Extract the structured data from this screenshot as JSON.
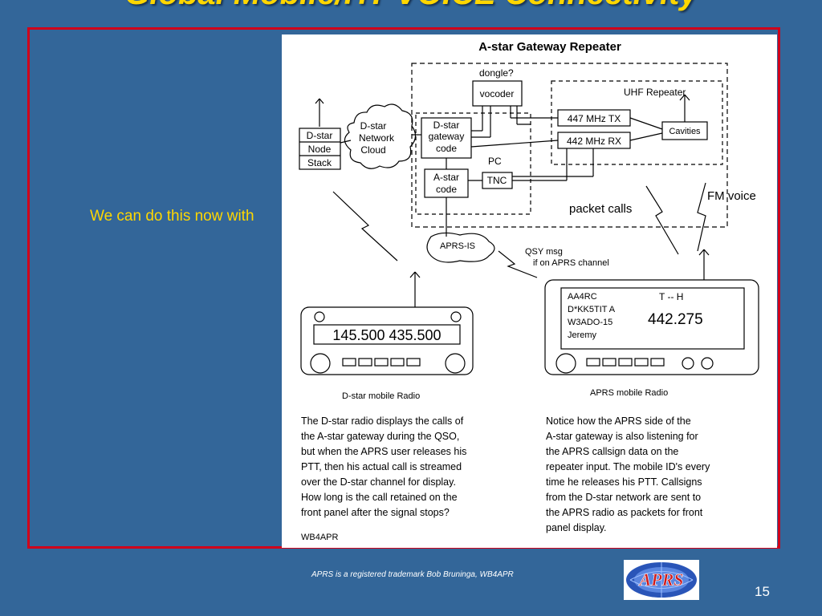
{
  "slide": {
    "title": "Global Mobile/HT VOICE Connectivity",
    "bullet": "We can do this now with",
    "footer": "APRS is a registered trademark Bob Bruninga, WB4APR",
    "page_number": "15",
    "logo_text": "APRS"
  },
  "diagram": {
    "title": "A-star Gateway Repeater",
    "labels": {
      "dongle": "dongle?",
      "vocoder": "vocoder",
      "uhf_repeater": "UHF  Repeater",
      "tx": "447 MHz TX",
      "rx": "442 MHz RX",
      "cavities": "Cavities",
      "pc": "PC",
      "tnc": "TNC",
      "packet_calls": "packet calls",
      "fm_voice": "FM voice",
      "aprs_is": "APRS-IS",
      "qsy_line1": "QSY msg",
      "qsy_line2": "if on APRS channel"
    },
    "dstar_stack": [
      "D-star",
      "Node",
      "Stack"
    ],
    "network_cloud": [
      "D-star",
      "Network",
      "Cloud"
    ],
    "gateway_code": [
      "D-star",
      "gateway",
      "code"
    ],
    "astar_code": [
      "A-star",
      "code"
    ],
    "dstar_radio": {
      "display": "145.500 435.500",
      "caption": "D-star mobile Radio"
    },
    "aprs_radio": {
      "lines": [
        "AA4RC",
        "D*KK5TIT A",
        "W3ADO-15",
        "Jeremy"
      ],
      "indicators": "T  --    H",
      "frequency": "442.275",
      "caption": "APRS mobile Radio"
    },
    "left_text": [
      "The D-star radio displays the calls of",
      "the A-star gateway during the QSO,",
      "but when the APRS user releases his",
      "PTT, then his actual call is streamed",
      "over the D-star channel for display.",
      "How long is the call retained on the",
      "front panel after the signal stops?"
    ],
    "right_text": [
      "Notice how the APRS side of the",
      "A-star gateway is also listening for",
      "the APRS callsign data on the",
      "repeater input.  The mobile ID's every",
      "time he releases his PTT.  Callsigns",
      "from the D-star network are sent to",
      "the APRS radio as packets for front",
      "panel display."
    ],
    "signature": "WB4APR"
  }
}
